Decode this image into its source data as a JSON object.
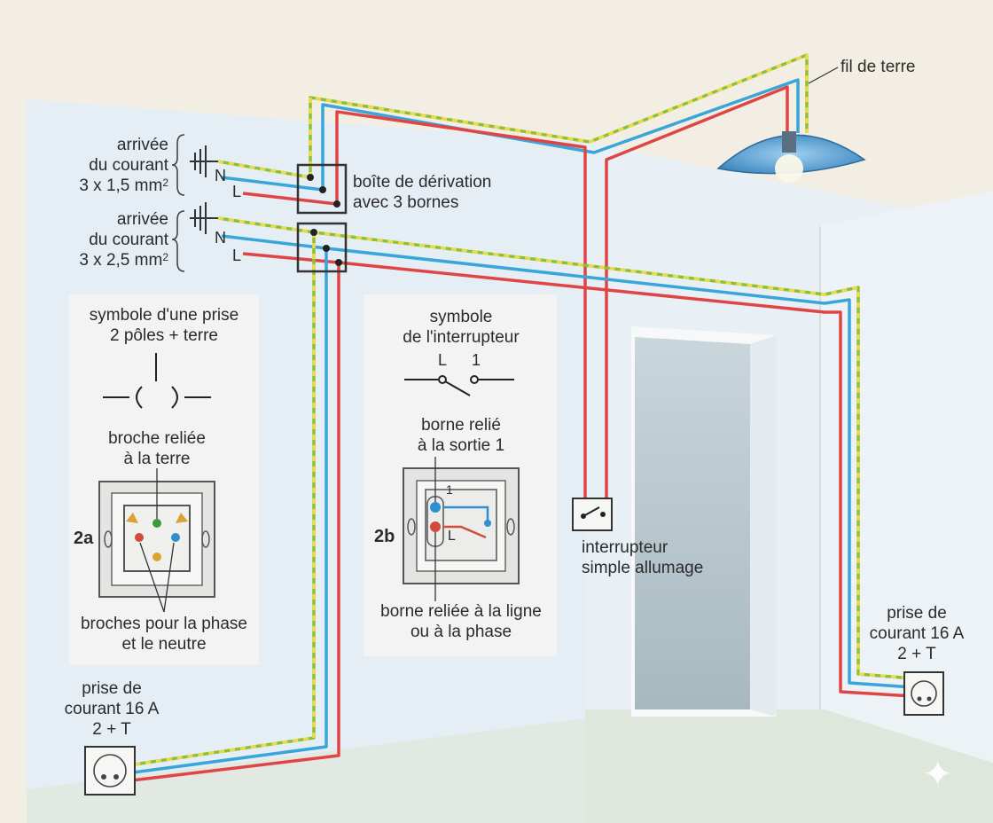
{
  "colors": {
    "wall": "#e6eef5",
    "ceiling": "#f3eee4",
    "floor": "#dfe6dc",
    "door_opening": "#b7c6cc",
    "panel": "#f2f3f2",
    "wire_phase": "#e04545",
    "wire_neutral": "#38a6d8",
    "wire_earth_green": "#8fbf3a",
    "wire_earth_yellow": "#e8dc48"
  },
  "labels": {
    "ground_wire": "fil de terre",
    "supply1_text": "arrivée\ndu courant\n3 x 1,5 mm",
    "supply1_sup": "2",
    "supply2_text": "arrivée\ndu courant\n3 x 2,5 mm",
    "supply2_sup": "2",
    "junction_box": "boîte de dérivation\navec 3 bornes",
    "neutral_letter": "N",
    "line_letter": "L",
    "socket_symbol": "symbole d'une prise\n2 pôles + terre",
    "earth_pin": "broche reliée\nà la terre",
    "phase_neutral_pins": "broches pour la phase\net le neutre",
    "fig_2a": "2a",
    "switch_symbol": "symbole\nde l'interrupteur",
    "switch_L": "L",
    "switch_1": "1",
    "terminal_out1": "borne relié\nà la sortie 1",
    "fig_2b": "2b",
    "terminal_line": "borne reliée à la ligne\nou à la phase",
    "inner_1": "1",
    "inner_L": "L",
    "simple_switch": "interrupteur\nsimple allumage",
    "socket_left": "prise de\ncourant 16 A\n2 + T",
    "socket_right": "prise de\ncourant 16 A\n2 + T"
  },
  "icons": [
    "ground-symbol",
    "lamp-icon",
    "socket-icon",
    "switch-icon",
    "sparkle-icon"
  ],
  "watermark": "✦"
}
